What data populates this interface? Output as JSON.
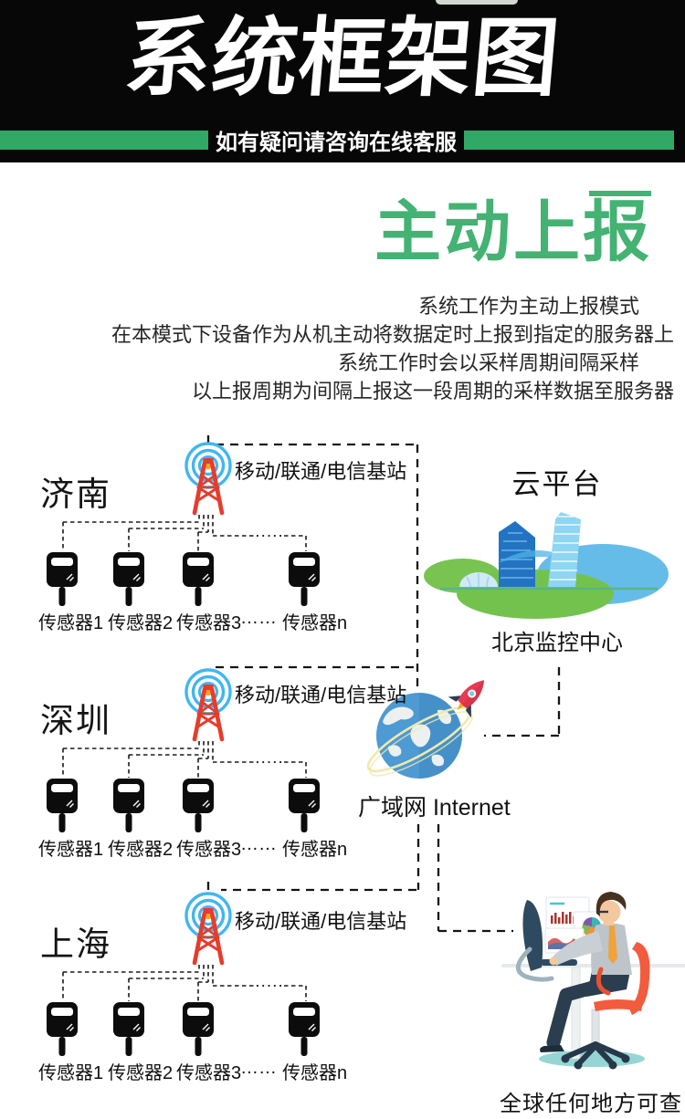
{
  "header": {
    "title": "系统框架图",
    "subtitle": "如有疑问请咨询在线客服"
  },
  "report": {
    "title": "主动上报",
    "description_lines": [
      "系统工作为主动上报模式",
      "在本模式下设备作为从机主动将数据定时上报到指定的服务器上",
      "系统工作时会以采样周期间隔采样",
      "以上报周期为间隔上报这一段周期的采样数据至服务器"
    ]
  },
  "diagram": {
    "cities": [
      {
        "name": "济南"
      },
      {
        "name": "深圳"
      },
      {
        "name": "上海"
      }
    ],
    "station_label": "移动/联通/电信基站",
    "sensor_labels": [
      "传感器1",
      "传感器2",
      "传感器3",
      "……",
      "传感器n"
    ],
    "cloud_title": "云平台",
    "monitor_center_label": "北京监控中心",
    "internet_label": "广域网 Internet",
    "global_access_label": "全球任何地方可查"
  },
  "colors": {
    "accent_green": "#31a866",
    "title_green": "#43b273",
    "tower_red": "#e63c2c",
    "wave_blue": "#41b6f2",
    "dot_orange": "#f5a623",
    "globe_blue": "#4e9ad3",
    "ground_green": "#74c24e",
    "chair_orange": "#f25b3d",
    "monitor_navy": "#2e4a60"
  }
}
